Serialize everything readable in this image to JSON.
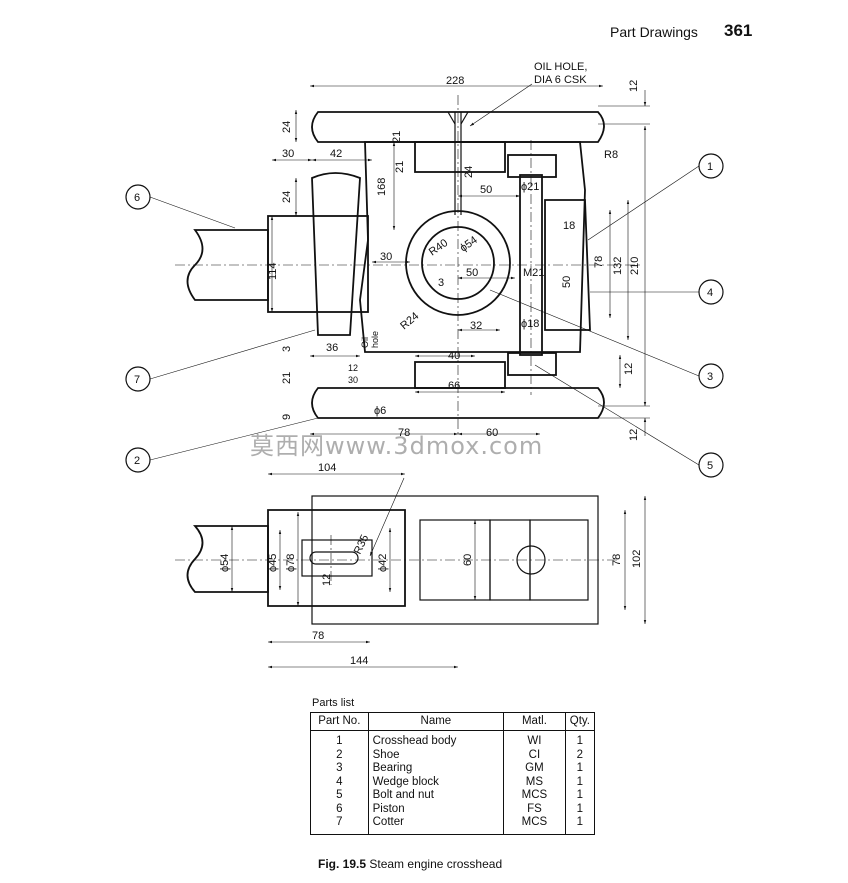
{
  "header": {
    "section_title": "Part Drawings",
    "page_number": "361"
  },
  "watermark": "莫西网www.3dmox.com",
  "callouts": [
    "1",
    "2",
    "3",
    "4",
    "5",
    "6",
    "7"
  ],
  "notes": {
    "oil_hole_1": "OIL HOLE,",
    "oil_hole_2": "DIA 6 CSK",
    "oil_small_1": "Oil",
    "oil_small_2": "hole"
  },
  "dimensions": {
    "d228": "228",
    "d12a": "12",
    "d24a": "24",
    "d21a": "21",
    "d30a": "30",
    "d42a": "42",
    "d168": "168",
    "d21b": "21",
    "d24b": "24",
    "d50a": "50",
    "phi21": "ϕ21",
    "r8": "R8",
    "d18": "18",
    "d114": "114",
    "d30b": "30",
    "r40": "R40",
    "phi54a": "ϕ54",
    "d50b": "50",
    "d3a": "3",
    "m21": "M21",
    "d50c": "50",
    "d78a": "78",
    "d132": "132",
    "d210": "210",
    "r24": "R24",
    "d32": "32",
    "phi18": "ϕ18",
    "d3b": "3",
    "d36": "36",
    "d40": "40",
    "d21c": "21",
    "d12b": "12",
    "d30c": "30",
    "d66": "66",
    "d12c": "12",
    "d9": "9",
    "phi6": "ϕ6",
    "d78b": "78",
    "d60a": "60",
    "d12d": "12",
    "d104": "104",
    "r35": "R35",
    "phi54b": "ϕ54",
    "phi45": "ϕ45",
    "phi78": "ϕ78",
    "phi42": "ϕ42",
    "d12e": "12",
    "d60b": "60",
    "d78c": "78",
    "d102": "102",
    "d78d": "78",
    "d144": "144"
  },
  "parts_list": {
    "title": "Parts list",
    "headers": [
      "Part No.",
      "Name",
      "Matl.",
      "Qty."
    ],
    "rows": [
      {
        "no": "1",
        "name": "Crosshead body",
        "matl": "WI",
        "qty": "1"
      },
      {
        "no": "2",
        "name": "Shoe",
        "matl": "CI",
        "qty": "2"
      },
      {
        "no": "3",
        "name": "Bearing",
        "matl": "GM",
        "qty": "1"
      },
      {
        "no": "4",
        "name": "Wedge block",
        "matl": "MS",
        "qty": "1"
      },
      {
        "no": "5",
        "name": "Bolt and nut",
        "matl": "MCS",
        "qty": "1"
      },
      {
        "no": "6",
        "name": "Piston",
        "matl": "FS",
        "qty": "1"
      },
      {
        "no": "7",
        "name": "Cotter",
        "matl": "MCS",
        "qty": "1"
      }
    ]
  },
  "caption": {
    "label": "Fig. 19.5",
    "text": "Steam engine crosshead"
  }
}
